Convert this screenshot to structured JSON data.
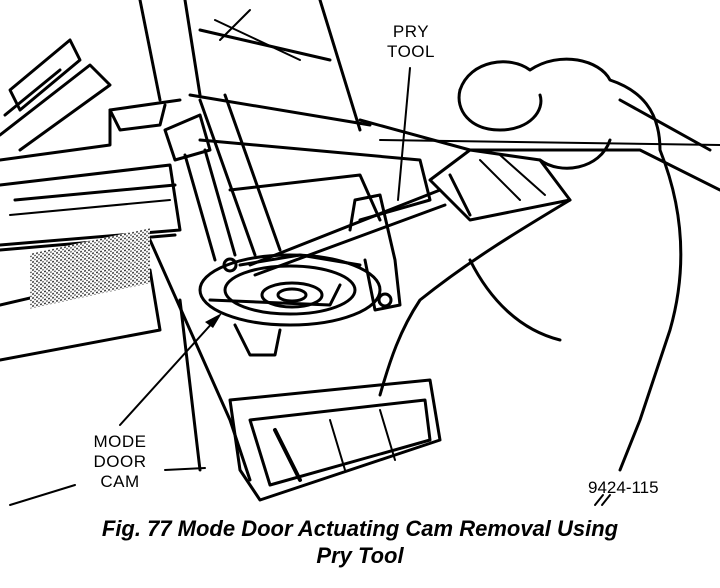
{
  "figure": {
    "labels": {
      "pry_tool": [
        "PRY",
        "TOOL"
      ],
      "mode_door_cam": [
        "MODE",
        "DOOR",
        "CAM"
      ]
    },
    "reference_code": "9424-115",
    "caption_line1": "Fig. 77 Mode Door Actuating Cam Removal Using",
    "caption_line2": "Pry Tool"
  },
  "colors": {
    "ink": "#000000",
    "paper": "#ffffff"
  }
}
